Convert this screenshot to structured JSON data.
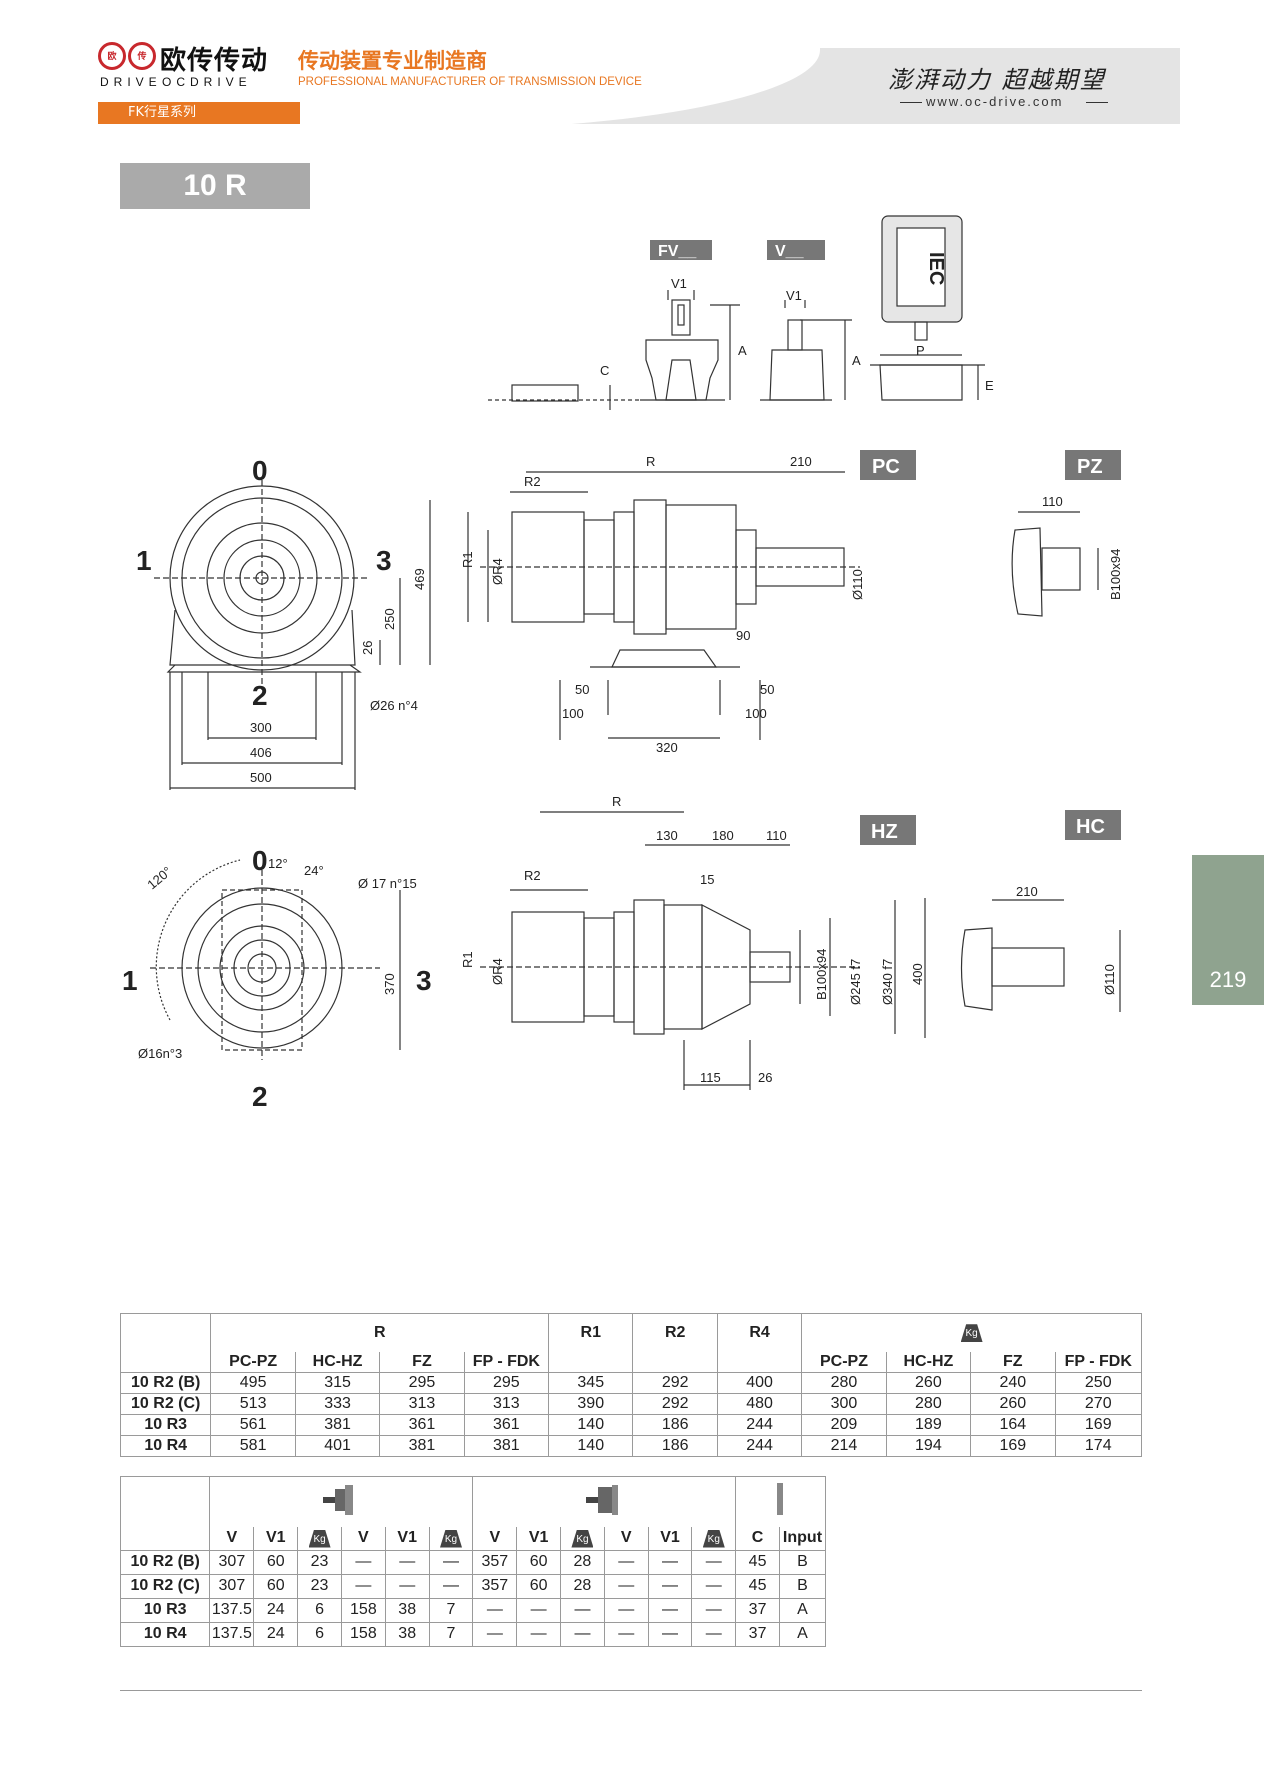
{
  "header": {
    "logo_left_char": "欧",
    "logo_right_char": "传",
    "brand_cn": "欧传传动",
    "brand_en_left": "DRIVE",
    "brand_en_right": "OCDRIVE",
    "tagline_cn": "传动装置专业制造商",
    "tagline_en": "PROFESSIONAL MANUFACTURER OF TRANSMISSION DEVICE",
    "slogan": "澎湃动力 超越期望",
    "url": "www.oc-drive.com",
    "series": "FK行星系列"
  },
  "model_title": "10 R",
  "page_number": "219",
  "drawing": {
    "fv_label": "FV__",
    "v_label": "V__",
    "iec_label": "IEC",
    "v1": "V1",
    "a": "A",
    "c": "C",
    "p": "P",
    "e": "E",
    "pc": "PC",
    "pz": "PZ",
    "hz": "HZ",
    "hc": "HC",
    "pos0": "0",
    "pos1": "1",
    "pos2": "2",
    "pos3": "3",
    "d469": "469",
    "d250": "250",
    "d26": "26",
    "d300": "300",
    "d406": "406",
    "d500": "500",
    "hole26": "Ø26 n°4",
    "R": "R",
    "R1": "R1",
    "R2": "R2",
    "R4": "ØR4",
    "d210": "210",
    "d110": "110",
    "phi110": "Ø110",
    "d90": "90",
    "d50": "50",
    "d100": "100",
    "d320": "320",
    "b100x94": "B100x94",
    "a120": "120°",
    "a12": "12°",
    "a24": "24°",
    "hole17": "Ø 17 n°15",
    "hole16": "Ø16n°3",
    "d370": "370",
    "d130": "130",
    "d180": "180",
    "d15": "15",
    "phi245": "Ø245 f7",
    "phi340": "Ø340 f7",
    "d400": "400",
    "d115": "115"
  },
  "table1": {
    "group_r": "R",
    "group_r1": "R1",
    "group_r2": "R2",
    "group_r4": "R4",
    "weight_icon": "Kg",
    "subheaders": [
      "PC-PZ",
      "HC-HZ",
      "FZ",
      "FP - FDK",
      "PC-PZ",
      "HC-HZ",
      "FZ",
      "FP - FDK"
    ],
    "rows": [
      {
        "model": "10 R2 (B)",
        "vals": [
          "495",
          "315",
          "295",
          "295",
          "345",
          "292",
          "400",
          "280",
          "260",
          "240",
          "250"
        ]
      },
      {
        "model": "10 R2 (C)",
        "vals": [
          "513",
          "333",
          "313",
          "313",
          "390",
          "292",
          "480",
          "300",
          "280",
          "260",
          "270"
        ]
      },
      {
        "model": "10 R3",
        "vals": [
          "561",
          "381",
          "361",
          "361",
          "140",
          "186",
          "244",
          "209",
          "189",
          "164",
          "169"
        ]
      },
      {
        "model": "10 R4",
        "vals": [
          "581",
          "401",
          "381",
          "381",
          "140",
          "186",
          "244",
          "214",
          "194",
          "169",
          "174"
        ]
      }
    ]
  },
  "table2": {
    "headers": [
      "V",
      "V1",
      "Kg",
      "V",
      "V1",
      "Kg",
      "V",
      "V1",
      "Kg",
      "V",
      "V1",
      "Kg",
      "C",
      "Input"
    ],
    "rows": [
      {
        "model": "10 R2 (B)",
        "vals": [
          "307",
          "60",
          "23",
          "—",
          "—",
          "—",
          "357",
          "60",
          "28",
          "—",
          "—",
          "—",
          "45",
          "B"
        ]
      },
      {
        "model": "10 R2 (C)",
        "vals": [
          "307",
          "60",
          "23",
          "—",
          "—",
          "—",
          "357",
          "60",
          "28",
          "—",
          "—",
          "—",
          "45",
          "B"
        ]
      },
      {
        "model": "10 R3",
        "vals": [
          "137.5",
          "24",
          "6",
          "158",
          "38",
          "7",
          "—",
          "—",
          "—",
          "—",
          "—",
          "—",
          "37",
          "A"
        ]
      },
      {
        "model": "10 R4",
        "vals": [
          "137.5",
          "24",
          "6",
          "158",
          "38",
          "7",
          "—",
          "—",
          "—",
          "—",
          "—",
          "—",
          "37",
          "A"
        ]
      }
    ]
  }
}
